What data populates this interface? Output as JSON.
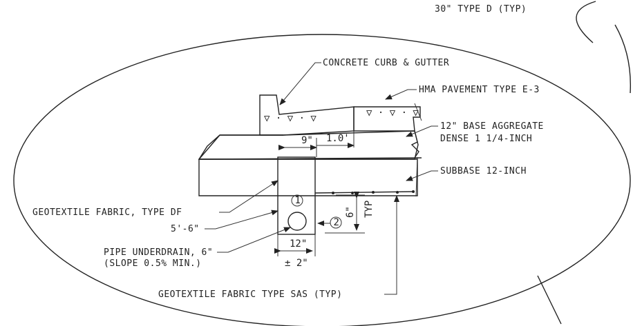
{
  "labels": {
    "top_right_callout": "30\" TYPE D (TYP)",
    "curb": "CONCRETE CURB & GUTTER",
    "hma": "HMA PAVEMENT TYPE E-3",
    "base_line1": "12\" BASE AGGREGATE",
    "base_line2": "DENSE 1 1/4-INCH",
    "subbase": "SUBBASE 12-INCH",
    "geotextile_df": "GEOTEXTILE FABRIC, TYPE DF",
    "depth": "5'-6\"",
    "pipe_line1": "PIPE UNDERDRAIN, 6\"",
    "pipe_line2": "(SLOPE 0.5% MIN.)",
    "geotextile_sas": "GEOTEXTILE FABRIC TYPE SAS (TYP)"
  },
  "dimensions": {
    "gutter_offset": "9\"",
    "gutter_width": "1.0'",
    "six_inch": "6\"",
    "typ": "TYP",
    "trench_width": "12\"",
    "trench_tolerance": "± 2\""
  },
  "callouts": {
    "one": "1",
    "two": "2"
  }
}
